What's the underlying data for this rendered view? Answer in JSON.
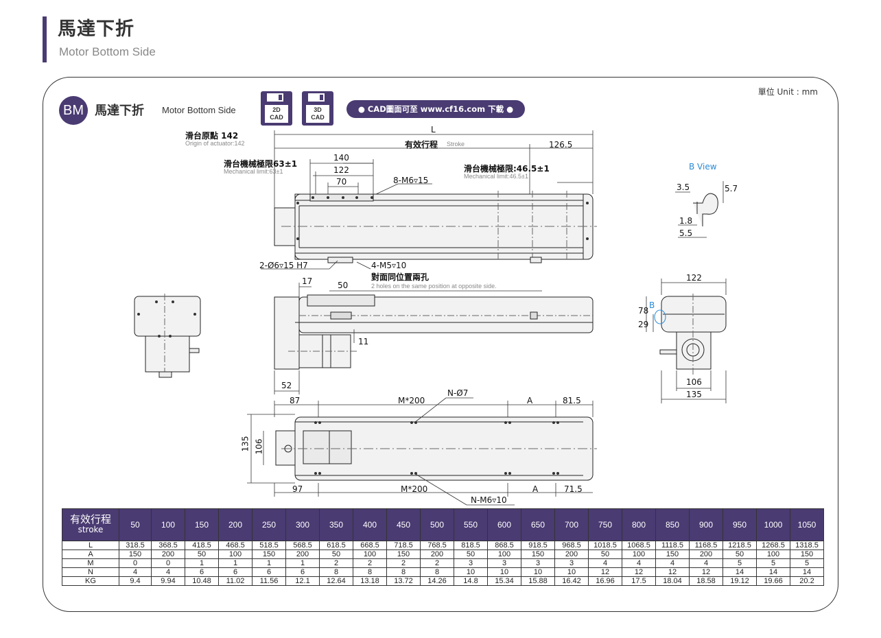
{
  "header": {
    "title_zh": "馬達下折",
    "title_en": "Motor Bottom Side"
  },
  "unit": "單位 Unit : mm",
  "section": {
    "badge": "BM",
    "title_zh": "馬達下折",
    "title_en": "Motor Bottom Side"
  },
  "cad": {
    "cad2d_line1": "2D",
    "cad2d_line2": "CAD",
    "cad3d_line1": "3D",
    "cad3d_line2": "CAD"
  },
  "download": "● CAD圖面可至 www.cf16.com 下載 ●",
  "labels": {
    "origin_zh": "滑台原點 142",
    "origin_en": "Origin of actuator:142",
    "L": "L",
    "stroke_zh": "有效行程",
    "stroke_en": "Stroke",
    "d126": "126.5",
    "mech_left_zh": "滑台機械極限63±1",
    "mech_left_en": "Mechanical limit:63±1",
    "d140": "140",
    "d122": "122",
    "d70": "70",
    "m6": "8-M6▿15",
    "mech_right_zh": "滑台機械極限:46.5±1",
    "mech_right_en": "Mechanical limit:46.5±1",
    "bview": "B View",
    "b35": "3.5",
    "b57": "5.7",
    "b18": "1.8",
    "b55": "5.5",
    "pin": "2-Ø6▿15 H7",
    "m5": "4-M5▿10",
    "opp_zh": "對面同位置兩孔",
    "opp_en": "2 holes on the same position at opposite side.",
    "d17": "17",
    "d50": "50",
    "d11": "11",
    "d52": "52",
    "r122": "122",
    "r78": "78",
    "r29": "29",
    "rB": "B",
    "r106": "106",
    "r135": "135",
    "d87": "87",
    "m200top": "M*200",
    "n07": "N-Ø7",
    "dA_top": "A",
    "d815": "81.5",
    "v135": "135",
    "v106": "106",
    "d97": "97",
    "m200bot": "M*200",
    "dA_bot": "A",
    "d715": "71.5",
    "nm6": "N-M6▿10"
  },
  "table": {
    "header_zh": "有效行程",
    "header_en": "stroke",
    "strokes": [
      "50",
      "100",
      "150",
      "200",
      "250",
      "300",
      "350",
      "400",
      "450",
      "500",
      "550",
      "600",
      "650",
      "700",
      "750",
      "800",
      "850",
      "900",
      "950",
      "1000",
      "1050"
    ],
    "rows": [
      {
        "name": "L",
        "values": [
          "318.5",
          "368.5",
          "418.5",
          "468.5",
          "518.5",
          "568.5",
          "618.5",
          "668.5",
          "718.5",
          "768.5",
          "818.5",
          "868.5",
          "918.5",
          "968.5",
          "1018.5",
          "1068.5",
          "1118.5",
          "1168.5",
          "1218.5",
          "1268.5",
          "1318.5"
        ]
      },
      {
        "name": "A",
        "values": [
          "150",
          "200",
          "50",
          "100",
          "150",
          "200",
          "50",
          "100",
          "150",
          "200",
          "50",
          "100",
          "150",
          "200",
          "50",
          "100",
          "150",
          "200",
          "50",
          "100",
          "150"
        ]
      },
      {
        "name": "M",
        "values": [
          "0",
          "0",
          "1",
          "1",
          "1",
          "1",
          "2",
          "2",
          "2",
          "2",
          "3",
          "3",
          "3",
          "3",
          "4",
          "4",
          "4",
          "4",
          "5",
          "5",
          "5"
        ]
      },
      {
        "name": "N",
        "values": [
          "4",
          "4",
          "6",
          "6",
          "6",
          "6",
          "8",
          "8",
          "8",
          "8",
          "10",
          "10",
          "10",
          "10",
          "12",
          "12",
          "12",
          "12",
          "14",
          "14",
          "14"
        ]
      },
      {
        "name": "KG",
        "values": [
          "9.4",
          "9.94",
          "10.48",
          "11.02",
          "11.56",
          "12.1",
          "12.64",
          "13.18",
          "13.72",
          "14.26",
          "14.8",
          "15.34",
          "15.88",
          "16.42",
          "16.96",
          "17.5",
          "18.04",
          "18.58",
          "19.12",
          "19.66",
          "20.2"
        ]
      }
    ]
  },
  "colors": {
    "brand": "#4a3b72",
    "blue": "#2a8ad4"
  }
}
